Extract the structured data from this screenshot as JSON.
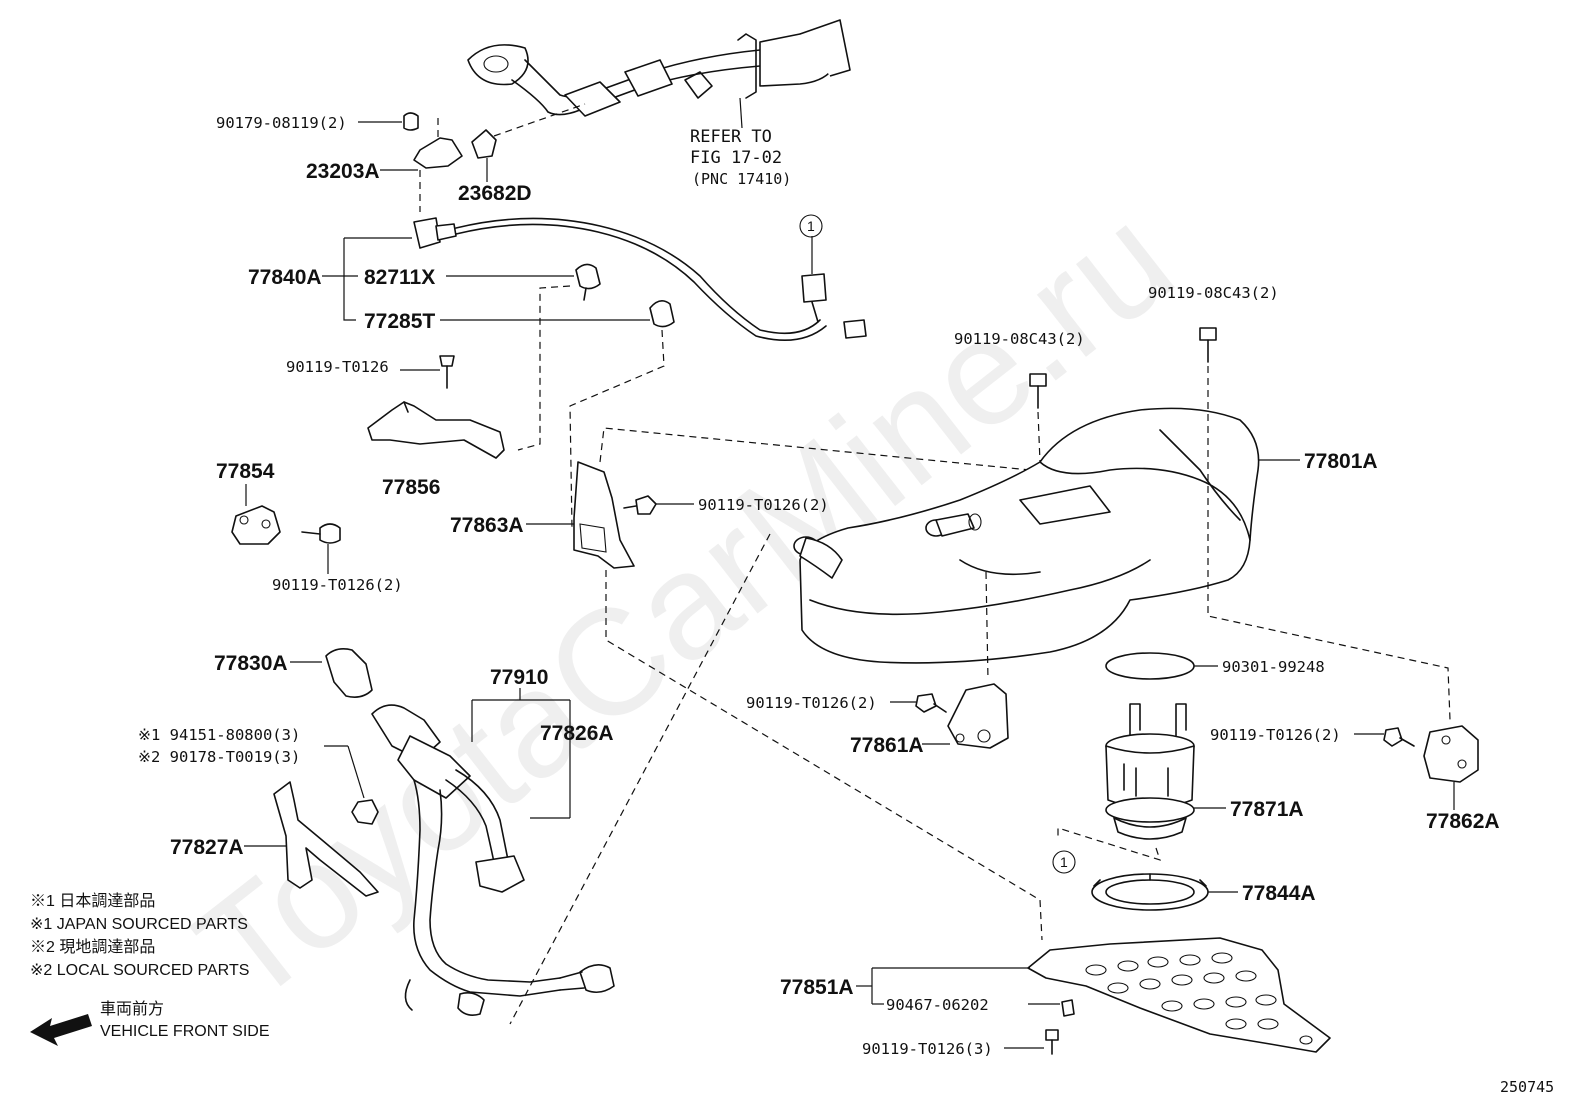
{
  "watermark": "ToyotaCarMine.ru",
  "figure_code": "250745",
  "labels": {
    "p90179": "90179-08119(2)",
    "p23203A": "23203A",
    "p23682D": "23682D",
    "refer1": "REFER TO",
    "refer2": "FIG 17-02",
    "refer3": "(PNC 17410)",
    "p77840A": "77840A",
    "p82711X": "82711X",
    "p77285T": "77285T",
    "p90119_T0126": "90119-T0126",
    "p77856": "77856",
    "p77854": "77854",
    "p90119_T0126_2a": "90119-T0126(2)",
    "p77863A": "77863A",
    "p90119_T0126_2b": "90119-T0126(2)",
    "p90119_08C43_2a": "90119-08C43(2)",
    "p90119_08C43_2b": "90119-08C43(2)",
    "p77801A": "77801A",
    "p77830A": "77830A",
    "p77910": "77910",
    "p77826A": "77826A",
    "note1_code": "※1 94151-80800(3)",
    "note2_code": "※2 90178-T0019(3)",
    "p77827A": "77827A",
    "p90301": "90301-99248",
    "p90119_T0126_2c": "90119-T0126(2)",
    "p77861A": "77861A",
    "p90119_T0126_2d": "90119-T0126(2)",
    "p77871A": "77871A",
    "p77862A": "77862A",
    "p77844A": "77844A",
    "p77851A": "77851A",
    "p90467": "90467-06202",
    "p90119_T0126_3": "90119-T0126(3)",
    "circle1a": "1",
    "circle1b": "1"
  },
  "legend": {
    "jp1": "※1 日本調達部品",
    "en1": "※1 JAPAN SOURCED PARTS",
    "jp2": "※2 現地調達部品",
    "en2": "※2 LOCAL SOURCED PARTS",
    "front_jp": "車両前方",
    "front_en": "VEHICLE FRONT SIDE"
  }
}
